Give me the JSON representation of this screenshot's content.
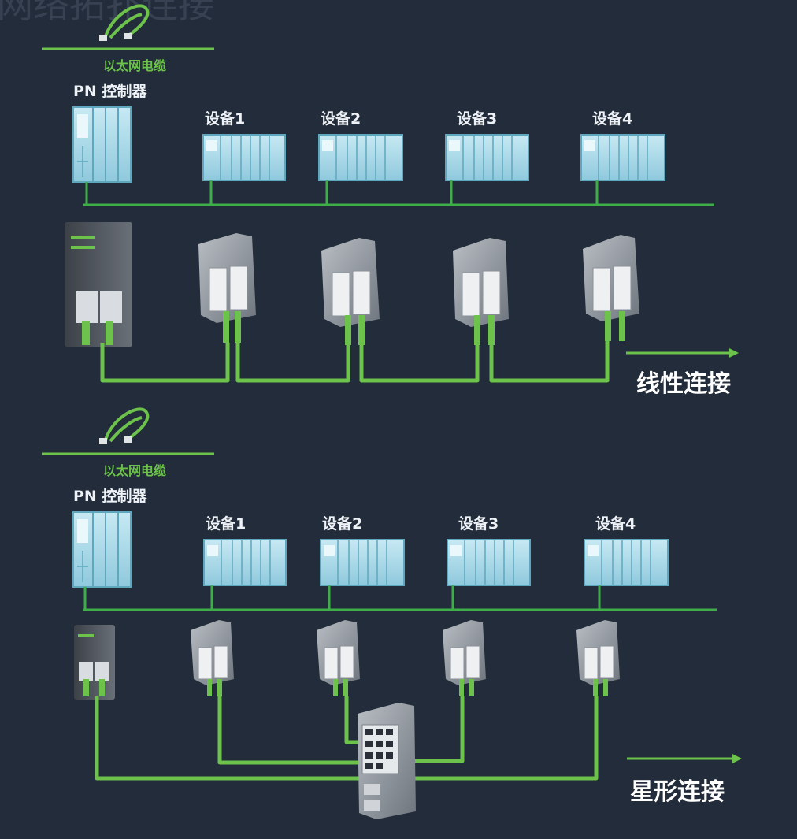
{
  "header": {
    "title_fragment": "网络拓扑连接"
  },
  "linear": {
    "cable_label": "以太网电缆",
    "controller_label": "PN 控制器",
    "devices": [
      {
        "label": "设备1"
      },
      {
        "label": "设备2"
      },
      {
        "label": "设备3"
      },
      {
        "label": "设备4"
      }
    ],
    "topology_label": "线性连接"
  },
  "star": {
    "cable_label": "以太网电缆",
    "controller_label": "PN 控制器",
    "devices": [
      {
        "label": "设备1"
      },
      {
        "label": "设备2"
      },
      {
        "label": "设备3"
      },
      {
        "label": "设备4"
      }
    ],
    "topology_label": "星形连接"
  },
  "colors": {
    "background": "#222c3a",
    "cable_green": "#6cc24a",
    "bus_green": "#3fae49",
    "module_blue": "#9fd4e6"
  }
}
